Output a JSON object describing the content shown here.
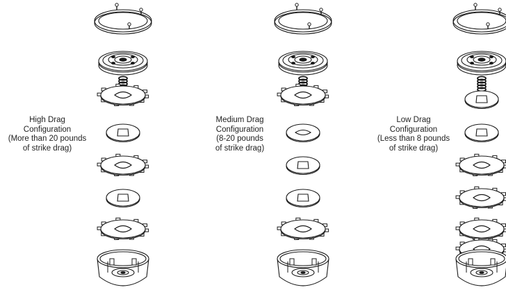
{
  "configurations": [
    {
      "id": "high",
      "lines": [
        "High Drag",
        "Configuration",
        "(More than 20 pounds",
        "of strike drag)"
      ],
      "stack": [
        "ring",
        "hub",
        "spring",
        "tabbed",
        "plain-square",
        "tabbed",
        "plain-square",
        "tabbed",
        "base"
      ]
    },
    {
      "id": "medium",
      "lines": [
        "Medium Drag",
        "Configuration",
        "(8-20 pounds",
        "of strike drag)"
      ],
      "stack": [
        "ring",
        "hub",
        "spring",
        "tabbed",
        "plain",
        "plain-square",
        "plain-square",
        "tabbed",
        "base"
      ]
    },
    {
      "id": "low",
      "lines": [
        "Low Drag",
        "Configuration",
        "(Less than 8 pounds",
        "of strike drag)"
      ],
      "stack": [
        "ring",
        "hub",
        "spring",
        "plain-square",
        "plain-square",
        "tabbed",
        "tabbed",
        "tabbed",
        "tabbed",
        "base"
      ]
    }
  ],
  "colors": {
    "stroke": "#1a1a1a",
    "text": "#222222",
    "background": "#ffffff"
  }
}
